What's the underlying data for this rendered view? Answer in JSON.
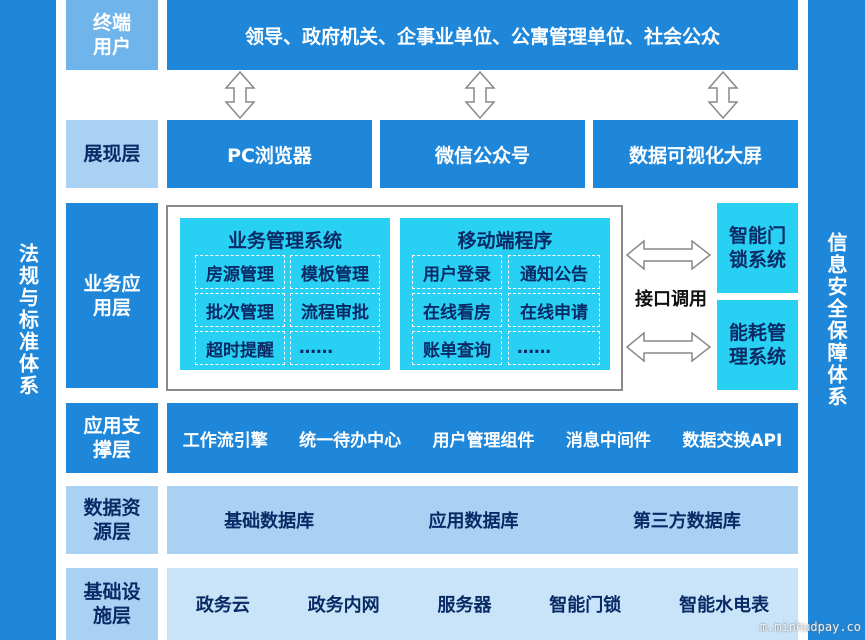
{
  "side_left": "法规与标准体系",
  "side_right": "信息安全保障体系",
  "layers": {
    "terminal": {
      "label": "终端用户",
      "content": "领导、政府机关、企事业单位、公寓管理单位、社会公众"
    },
    "display": {
      "label": "展现层",
      "items": [
        "PC浏览器",
        "微信公众号",
        "数据可视化大屏"
      ]
    },
    "business": {
      "label": "业务应用层",
      "mgmt": {
        "title": "业务管理系统",
        "cells": [
          "房源管理",
          "模板管理",
          "批次管理",
          "流程审批",
          "超时提醒",
          "……"
        ]
      },
      "mobile": {
        "title": "移动端程序",
        "cells": [
          "用户登录",
          "通知公告",
          "在线看房",
          "在线申请",
          "账单查询",
          "……"
        ]
      },
      "interface": "接口调用",
      "external": [
        "智能门锁系统",
        "能耗管理系统"
      ]
    },
    "support": {
      "label": "应用支撑层",
      "items": [
        "工作流引擎",
        "统一待办中心",
        "用户管理组件",
        "消息中间件",
        "数据交换API"
      ]
    },
    "data": {
      "label": "数据资源层",
      "items": [
        "基础数据库",
        "应用数据库",
        "第三方数据库"
      ]
    },
    "infra": {
      "label": "基础设施层",
      "items": [
        "政务云",
        "政务内网",
        "服务器",
        "智能门锁",
        "智能水电表"
      ]
    }
  },
  "watermark": "m.minhudpay.co",
  "colors": {
    "primary": "#1f87da",
    "light": "#a9d1f3",
    "cyan": "#28d1f3"
  }
}
